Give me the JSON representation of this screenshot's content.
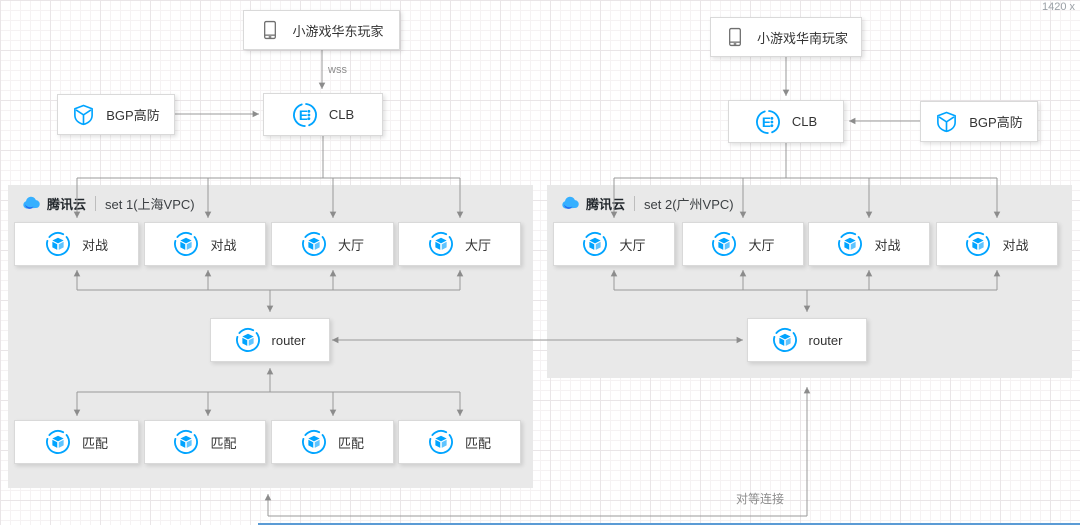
{
  "canvas": {
    "size_indicator": "1420 x"
  },
  "colors": {
    "accent_blue": "#00a4ff",
    "line_gray": "#8c8c8c",
    "container_gray": "#e9e9e9",
    "bottom_bar_blue": "#5b9bd5"
  },
  "edges": {
    "wss_label": "wss",
    "peering_label": "对等连接"
  },
  "nodes": {
    "player_east": "小游戏华东玩家",
    "player_south": "小游戏华南玩家",
    "bgp_left": "BGP高防",
    "bgp_right": "BGP高防",
    "clb_left": "CLB",
    "clb_right": "CLB",
    "router_left": "router",
    "router_right": "router"
  },
  "set1": {
    "brand": "腾讯云",
    "title": "set 1(上海VPC)",
    "servers": [
      "对战",
      "对战",
      "大厅",
      "大厅"
    ],
    "matchers": [
      "匹配",
      "匹配",
      "匹配",
      "匹配"
    ]
  },
  "set2": {
    "brand": "腾讯云",
    "title": "set 2(广州VPC)",
    "servers": [
      "大厅",
      "大厅",
      "对战",
      "对战"
    ]
  }
}
